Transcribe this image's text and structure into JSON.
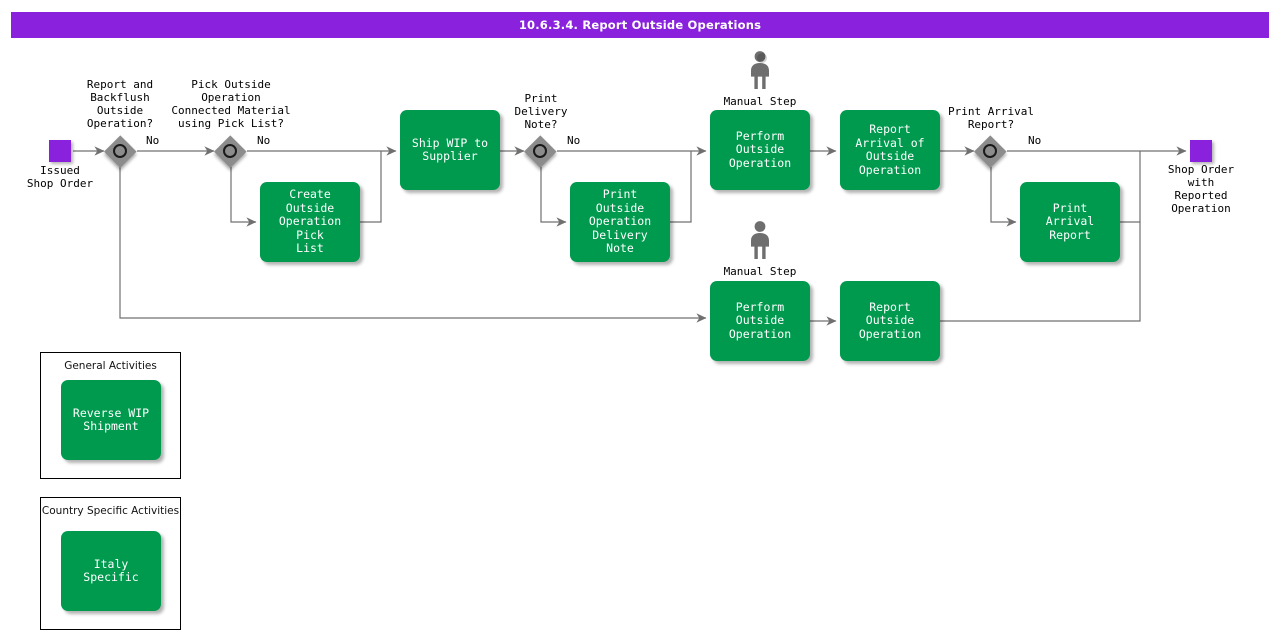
{
  "header": {
    "title": "10.6.3.4. Report Outside Operations"
  },
  "colors": {
    "header_bg": "#8A22DD",
    "event": "#8A22DD",
    "task": "#009a4e",
    "gateway": "#8c8c8c",
    "connector": "#707070",
    "person": "#6e6e6e"
  },
  "events": [
    {
      "name": "start",
      "label": "Issued\nShop Order",
      "label_line1": "Issued",
      "label_line2": "Shop Order"
    },
    {
      "name": "end",
      "label_line1": "Shop Order",
      "label_line2": "with",
      "label_line3": "Reported",
      "label_line4": "Operation"
    }
  ],
  "gateways": [
    {
      "name": "report-backflush-outside-operation",
      "question_lines": [
        "Report and",
        "Backflush",
        "Outside",
        "Operation?"
      ],
      "edge_label": "No"
    },
    {
      "name": "pick-outside-operation-connected-material",
      "question_lines": [
        "Pick Outside",
        "Operation",
        "Connected Material",
        "using Pick List?"
      ],
      "edge_label": "No"
    },
    {
      "name": "print-delivery-note",
      "question_lines": [
        "Print",
        "Delivery",
        "Note?"
      ],
      "edge_label": "No"
    },
    {
      "name": "print-arrival-report",
      "question_lines": [
        "Print Arrival",
        "Report?"
      ],
      "edge_label": "No"
    }
  ],
  "tasks": [
    {
      "name": "create-outside-operation-pick-list",
      "lines": [
        "Create Outside",
        "Operation Pick",
        "List"
      ]
    },
    {
      "name": "ship-wip-to-supplier",
      "lines": [
        "Ship WIP to",
        "Supplier"
      ]
    },
    {
      "name": "print-outside-operation-delivery-note",
      "lines": [
        "Print Outside",
        "Operation",
        "Delivery Note"
      ]
    },
    {
      "name": "perform-outside-operation-top",
      "lines": [
        "Perform Outside",
        "Operation"
      ]
    },
    {
      "name": "report-arrival-of-outside-operation",
      "lines": [
        "Report Arrival of",
        "Outside",
        "Operation"
      ]
    },
    {
      "name": "print-arrival-report",
      "lines": [
        "Print Arrival",
        "Report"
      ]
    },
    {
      "name": "perform-outside-operation-bottom",
      "lines": [
        "Perform Outside",
        "Operation"
      ]
    },
    {
      "name": "report-outside-operation",
      "lines": [
        "Report Outside",
        "Operation"
      ]
    }
  ],
  "manual_steps": [
    {
      "name": "manual-step-top",
      "label": "Manual Step"
    },
    {
      "name": "manual-step-bottom",
      "label": "Manual Step"
    }
  ],
  "legends": [
    {
      "name": "general-activities",
      "caption": "General Activities",
      "item_lines": [
        "Reverse WIP",
        "Shipment"
      ]
    },
    {
      "name": "country-specific-activities",
      "caption": "Country Specific Activities",
      "item_lines": [
        "Italy Specific"
      ]
    }
  ]
}
